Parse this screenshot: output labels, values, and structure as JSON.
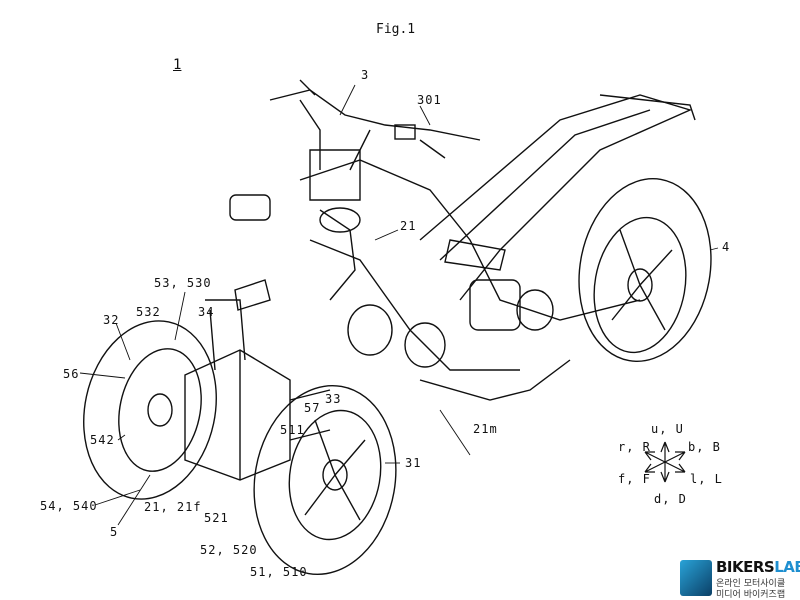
{
  "figure": {
    "title": "Fig.1",
    "reference": "1"
  },
  "labels": {
    "l3": "3",
    "l301": "301",
    "l21": "21",
    "l4": "4",
    "l53_530": "53, 530",
    "l34": "34",
    "l32": "32",
    "l532": "532",
    "l56": "56",
    "l57": "57",
    "l33": "33",
    "l511": "511",
    "l21m": "21m",
    "l542": "542",
    "l31": "31",
    "l54_540": "54, 540",
    "l21_21f": "21, 21f",
    "l521": "521",
    "l5": "5",
    "l52_520": "52, 520",
    "l51_510": "51, 510"
  },
  "directions": {
    "up": "u, U",
    "down": "d, D",
    "right": "r, R",
    "back": "b, B",
    "front": "f, F",
    "left": "l, L"
  },
  "watermark": {
    "brand_a": "BIKERS",
    "brand_b": "LAB",
    "line1": "온라인 모터사이클",
    "line2": "미디어 바이커즈랩"
  }
}
